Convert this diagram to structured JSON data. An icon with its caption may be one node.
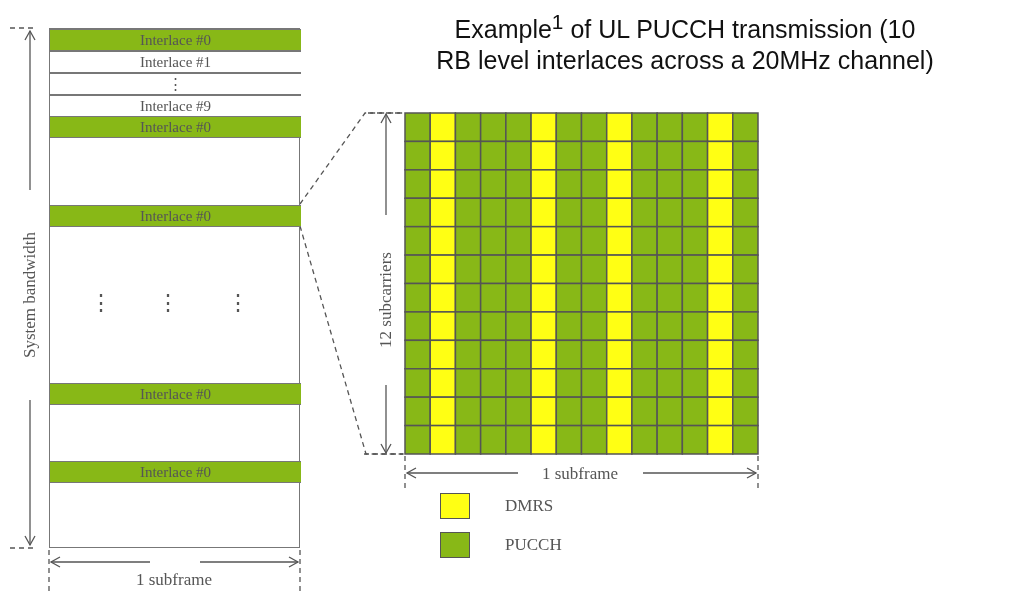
{
  "diagram": {
    "title": "Example$^{1}$ of UL PUCCH transmission (10 RB level interlaces across a 20MHz channel)",
    "nodes": [
      {
        "text": [],
        "shape": "box"
      },
      {
        "text": [
          "Interlace #0"
        ],
        "in": 0
      },
      {
        "text": [
          "Interlace #1"
        ],
        "in": 0
      },
      {
        "text": [
          "⋮"
        ],
        "in": 0
      },
      {
        "text": [
          "Interlace #9"
        ],
        "in": 0
      },
      {
        "text": [
          "Interlace #0"
        ],
        "in": 0
      },
      {
        "text": [
          "Interlace #0"
        ],
        "in": 0
      },
      {
        "text": [
          "Interlace #0"
        ],
        "in": 0
      },
      {
        "text": [
          "Interlace #0"
        ],
        "in": 0
      },
      {
        "text": [],
        "shape": "grid"
      }
    ],
    "edges": [
      {
        "from": 6,
        "to": 9,
        "arrow": "none",
        "style": "dashed"
      },
      {
        "from": 6,
        "to": 9,
        "arrow": "none",
        "style": "dashed"
      }
    ],
    "labels": [
      "System bandwidth",
      "⋮",
      "⋮",
      "⋮",
      "1 subframe",
      "12 subcarriers",
      "1 subframe"
    ],
    "legend": [
      {
        "text": "DMRS",
        "color": "#ffff14"
      },
      {
        "text": "PUCCH",
        "color": "#88b817"
      }
    ]
  }
}
